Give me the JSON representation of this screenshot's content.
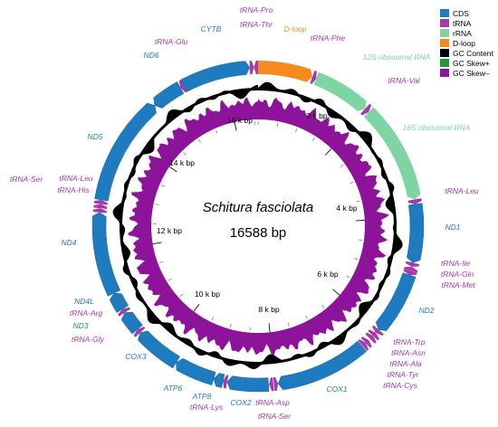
{
  "title": "Schitura fasciolata",
  "genome_size": "16588 bp",
  "total_bp": 16588,
  "colors": {
    "CDS": "#1f7bbf",
    "tRNA": "#a63aa8",
    "rRNA": "#7fd4a4",
    "D-loop": "#f58b1f",
    "GC Content": "#000000",
    "GC Skew+": "#1f9a3a",
    "GC Skew-": "#8e139b"
  },
  "legend": [
    {
      "key": "CDS",
      "label": "CDS"
    },
    {
      "key": "tRNA",
      "label": "tRNA"
    },
    {
      "key": "rRNA",
      "label": "rRNA"
    },
    {
      "key": "D-loop",
      "label": "D-loop"
    },
    {
      "key": "GC Content",
      "label": "GC Content"
    },
    {
      "key": "GC Skew+",
      "label": "GC Skew+"
    },
    {
      "key": "GC Skew-",
      "label": "GC Skew–"
    }
  ],
  "ticks": [
    "2 k bp",
    "4 k bp",
    "6 k bp",
    "8 k bp",
    "10 k bp",
    "12 k bp",
    "14 k bp",
    "16 k bp"
  ],
  "features": [
    {
      "name": "D-loop",
      "type": "D-loop",
      "start": 0,
      "end": 920,
      "strand": 1
    },
    {
      "name": "tRNA-Phe",
      "type": "tRNA",
      "start": 920,
      "end": 990,
      "strand": 1
    },
    {
      "name": "12S ribosomal RNA",
      "type": "rRNA",
      "start": 990,
      "end": 1950,
      "strand": 1
    },
    {
      "name": "tRNA-Val",
      "type": "tRNA",
      "start": 1950,
      "end": 2030,
      "strand": 1
    },
    {
      "name": "16S ribosomal RNA",
      "type": "rRNA",
      "start": 2030,
      "end": 3700,
      "strand": 1
    },
    {
      "name": "tRNA-Leu",
      "type": "tRNA",
      "start": 3700,
      "end": 3780,
      "strand": 1
    },
    {
      "name": "ND1",
      "type": "CDS",
      "start": 3780,
      "end": 4760,
      "strand": 1
    },
    {
      "name": "tRNA-Ile",
      "type": "tRNA",
      "start": 4760,
      "end": 4830,
      "strand": 1
    },
    {
      "name": "tRNA-Gln",
      "type": "tRNA",
      "start": 4830,
      "end": 4900,
      "strand": -1
    },
    {
      "name": "tRNA-Met",
      "type": "tRNA",
      "start": 4900,
      "end": 4970,
      "strand": 1
    },
    {
      "name": "ND2",
      "type": "CDS",
      "start": 4970,
      "end": 6020,
      "strand": 1
    },
    {
      "name": "tRNA-Trp",
      "type": "tRNA",
      "start": 6020,
      "end": 6090,
      "strand": 1
    },
    {
      "name": "tRNA-Ala",
      "type": "tRNA",
      "start": 6090,
      "end": 6160,
      "strand": -1
    },
    {
      "name": "tRNA-Asn",
      "type": "tRNA",
      "start": 6160,
      "end": 6230,
      "strand": -1
    },
    {
      "name": "tRNA-Cys",
      "type": "tRNA",
      "start": 6260,
      "end": 6330,
      "strand": -1
    },
    {
      "name": "tRNA-Tyr",
      "type": "tRNA",
      "start": 6330,
      "end": 6400,
      "strand": -1
    },
    {
      "name": "COX1",
      "type": "CDS",
      "start": 6410,
      "end": 7960,
      "strand": 1
    },
    {
      "name": "tRNA-Ser",
      "type": "tRNA",
      "start": 7960,
      "end": 8030,
      "strand": -1
    },
    {
      "name": "tRNA-Asp",
      "type": "tRNA",
      "start": 8040,
      "end": 8110,
      "strand": 1
    },
    {
      "name": "COX2",
      "type": "CDS",
      "start": 8120,
      "end": 8810,
      "strand": 1
    },
    {
      "name": "tRNA-Lys",
      "type": "tRNA",
      "start": 8810,
      "end": 8880,
      "strand": 1
    },
    {
      "name": "ATP8",
      "type": "CDS",
      "start": 8880,
      "end": 9040,
      "strand": 1
    },
    {
      "name": "ATP6",
      "type": "CDS",
      "start": 9040,
      "end": 9720,
      "strand": 1
    },
    {
      "name": "COX3",
      "type": "CDS",
      "start": 9720,
      "end": 10500,
      "strand": 1
    },
    {
      "name": "tRNA-Gly",
      "type": "tRNA",
      "start": 10500,
      "end": 10570,
      "strand": 1
    },
    {
      "name": "ND3",
      "type": "CDS",
      "start": 10570,
      "end": 10920,
      "strand": 1
    },
    {
      "name": "tRNA-Arg",
      "type": "tRNA",
      "start": 10920,
      "end": 10990,
      "strand": 1
    },
    {
      "name": "ND4L",
      "type": "CDS",
      "start": 10990,
      "end": 11290,
      "strand": 1
    },
    {
      "name": "ND4",
      "type": "CDS",
      "start": 11290,
      "end": 12670,
      "strand": 1
    },
    {
      "name": "tRNA-His",
      "type": "tRNA",
      "start": 12670,
      "end": 12740,
      "strand": 1
    },
    {
      "name": "tRNA-Ser",
      "type": "tRNA",
      "start": 12740,
      "end": 12810,
      "strand": 1
    },
    {
      "name": "tRNA-Leu",
      "type": "tRNA",
      "start": 12810,
      "end": 12880,
      "strand": 1
    },
    {
      "name": "ND5",
      "type": "CDS",
      "start": 12880,
      "end": 14720,
      "strand": 1
    },
    {
      "name": "ND6",
      "type": "CDS",
      "start": 14720,
      "end": 15240,
      "strand": -1
    },
    {
      "name": "tRNA-Glu",
      "type": "tRNA",
      "start": 15240,
      "end": 15310,
      "strand": -1
    },
    {
      "name": "CYTB",
      "type": "CDS",
      "start": 15310,
      "end": 16450,
      "strand": 1
    },
    {
      "name": "tRNA-Thr",
      "type": "tRNA",
      "start": 16450,
      "end": 16520,
      "strand": 1
    },
    {
      "name": "tRNA-Pro",
      "type": "tRNA",
      "start": 16520,
      "end": 16588,
      "strand": -1
    }
  ]
}
